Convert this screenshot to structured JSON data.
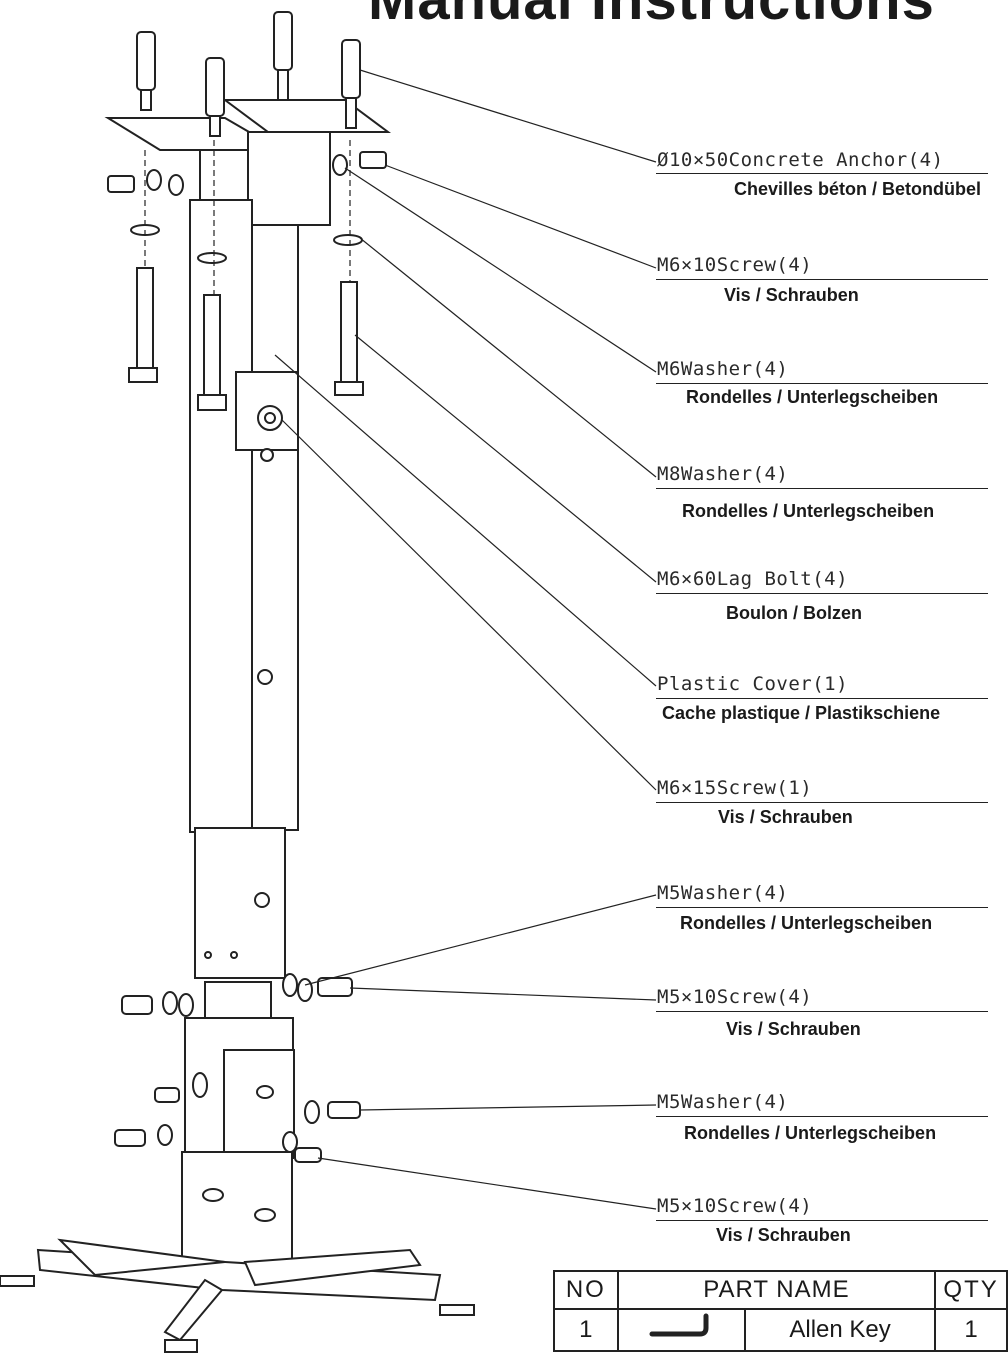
{
  "title": "Manual Instructions",
  "callouts": [
    {
      "part": "Ø10×50Concrete Anchor(4)",
      "translation": "Chevilles béton / Betondübel"
    },
    {
      "part": "M6×10Screw(4)",
      "translation": "Vis / Schrauben"
    },
    {
      "part": "M6Washer(4)",
      "translation": "Rondelles / Unterlegscheiben"
    },
    {
      "part": "M8Washer(4)",
      "translation": "Rondelles / Unterlegscheiben"
    },
    {
      "part": "M6×60Lag Bolt(4)",
      "translation": "Boulon / Bolzen"
    },
    {
      "part": "Plastic Cover(1)",
      "translation": "Cache plastique / Plastikschiene"
    },
    {
      "part": "M6×15Screw(1)",
      "translation": "Vis / Schrauben"
    },
    {
      "part": "M5Washer(4)",
      "translation": "Rondelles / Unterlegscheiben"
    },
    {
      "part": "M5×10Screw(4)",
      "translation": "Vis / Schrauben"
    },
    {
      "part": "M5Washer(4)",
      "translation": "Rondelles / Unterlegscheiben"
    },
    {
      "part": "M5×10Screw(4)",
      "translation": "Vis / Schrauben"
    }
  ],
  "parts_table": {
    "headers": {
      "no": "NO",
      "part_name": "PART NAME",
      "qty": "QTY"
    },
    "rows": [
      {
        "no": "1",
        "name": "Allen Key",
        "qty": "1"
      }
    ]
  }
}
